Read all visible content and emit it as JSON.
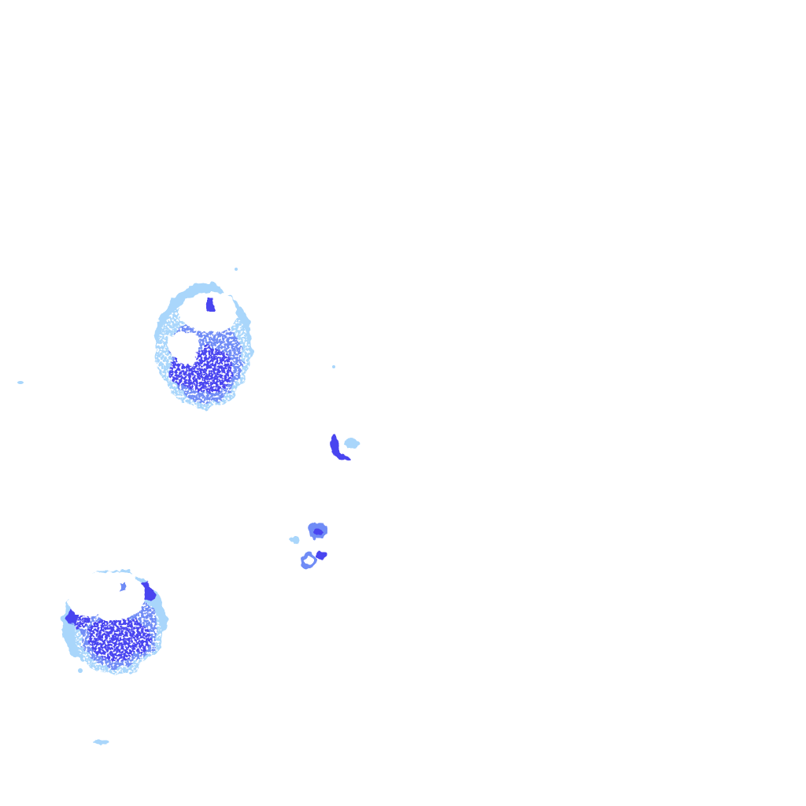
{
  "map": {
    "background_color": "#ffffff",
    "palette": {
      "dense": "#4a44f0",
      "medium": "#6f8cf6",
      "light": "#a9d6fb",
      "core": "#ffffff"
    },
    "features": [
      {
        "kind": "precip-cluster-large",
        "core": true
      },
      {
        "kind": "precip-cluster-large",
        "core": true
      },
      {
        "kind": "precip-cell-small"
      },
      {
        "kind": "precip-cell-small"
      },
      {
        "kind": "precip-cell-small"
      },
      {
        "kind": "precip-speck"
      },
      {
        "kind": "precip-speck"
      }
    ]
  }
}
